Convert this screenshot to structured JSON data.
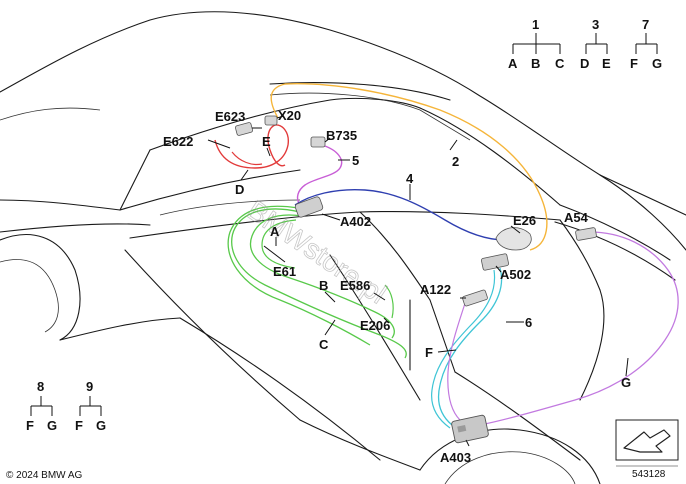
{
  "copyright": "© 2024 BMW AG",
  "diagram_number": "543128",
  "watermark": "BMWstore.pl",
  "colors": {
    "harness_2": "#f5b53a",
    "harness_A_red": "#e23b3b",
    "harness_5_violet": "#c85ed6",
    "harness_4_blue": "#2f3fb0",
    "harness_C_green": "#58c94a",
    "harness_6_cyan": "#3fc5d6",
    "harness_G_violet": "#c27ae0"
  },
  "groups": [
    {
      "number": "1",
      "letters": [
        "A",
        "B",
        "C"
      ]
    },
    {
      "number": "3",
      "letters": [
        "D",
        "E"
      ]
    },
    {
      "number": "7",
      "letters": [
        "F",
        "G"
      ]
    },
    {
      "number": "8",
      "letters": [
        "F",
        "G"
      ]
    },
    {
      "number": "9",
      "letters": [
        "F",
        "G"
      ]
    }
  ],
  "labels": {
    "E623": "E623",
    "X20": "X20",
    "E622": "E622",
    "E": "E",
    "B735": "B735",
    "n5": "5",
    "n2": "2",
    "D": "D",
    "n4": "4",
    "A402": "A402",
    "E26": "E26",
    "A54": "A54",
    "A": "A",
    "E61": "E61",
    "A502": "A502",
    "B": "B",
    "E586": "E586",
    "A122": "A122",
    "n6": "6",
    "E206": "E206",
    "C": "C",
    "F": "F",
    "G": "G",
    "A403": "A403"
  }
}
